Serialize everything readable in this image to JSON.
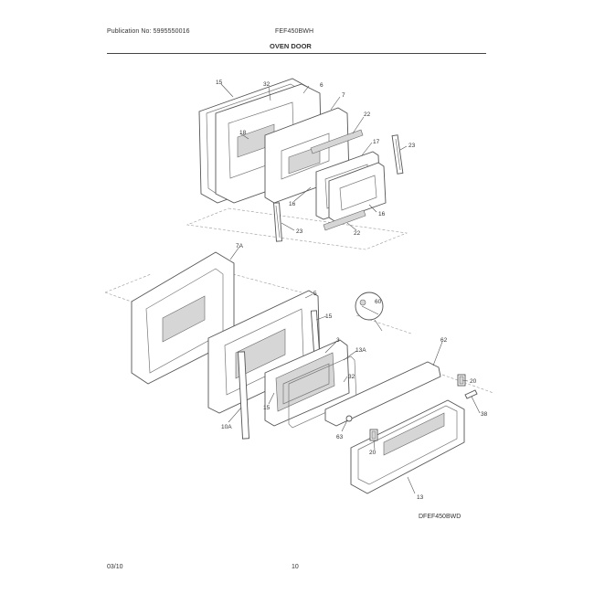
{
  "header": {
    "publication": "Publication No: 5995550016",
    "model": "FEF450BWH",
    "section_title": "OVEN DOOR"
  },
  "footer": {
    "date": "03/10",
    "page_number": "10",
    "diagram_code": "DFEF450BWD"
  },
  "callouts": {
    "c15": "15",
    "c32a": "32",
    "c6": "6",
    "c7": "7",
    "c22a": "22",
    "c16a": "16",
    "c17": "17",
    "c23a": "23",
    "c16b": "16",
    "c18": "18",
    "c23b": "23",
    "c22b": "22",
    "c7a": "7A",
    "c5": "5",
    "c60": "60",
    "c15b": "15",
    "c3": "3",
    "c13a": "13A",
    "c32b": "32",
    "c62": "62",
    "c20a": "20",
    "c38": "38",
    "c63": "63",
    "c20b": "20",
    "c13": "13",
    "c10a": "10A",
    "c15c": "15"
  }
}
